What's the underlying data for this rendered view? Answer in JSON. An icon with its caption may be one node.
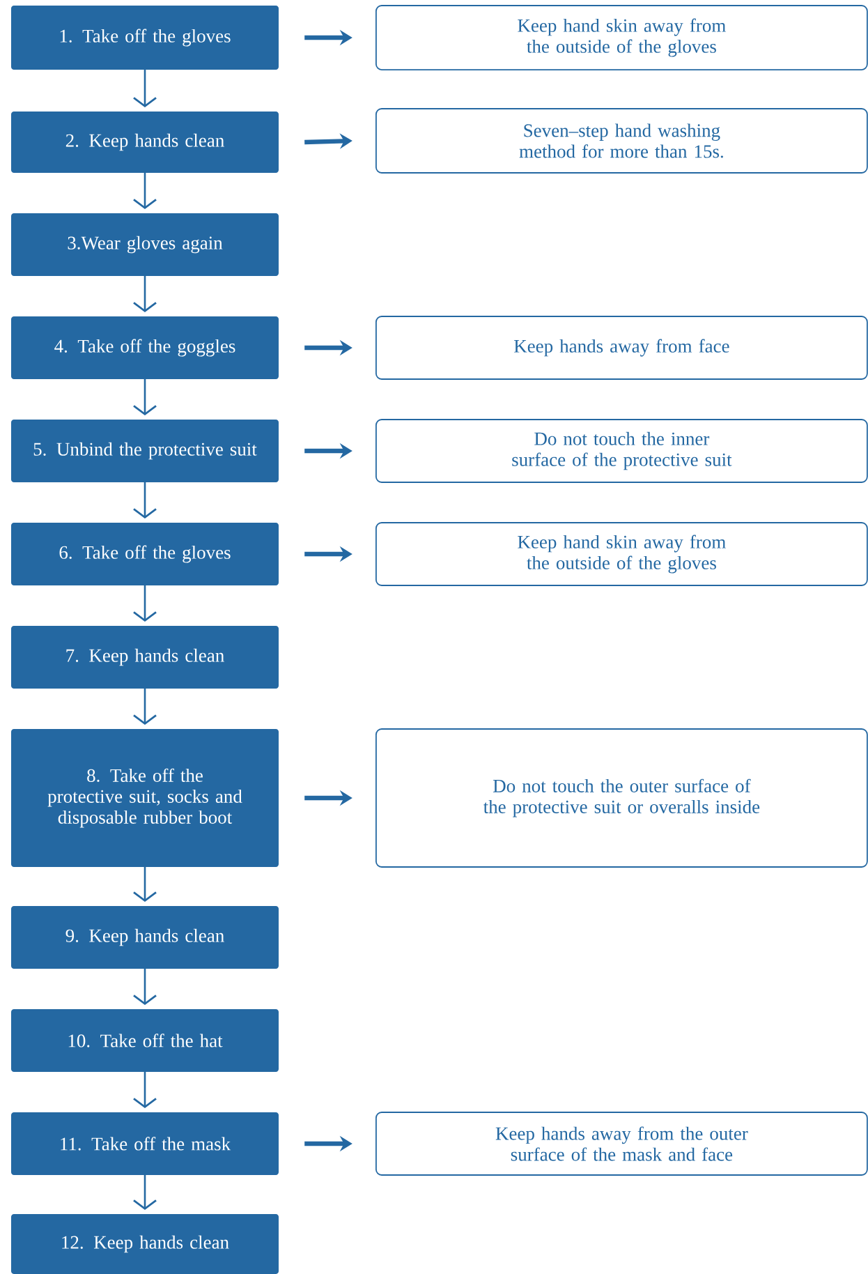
{
  "diagram": {
    "nodes": [
      {
        "text": [
          "1. Take off the gloves"
        ]
      },
      {
        "text": [
          "Keep hand skin away from the outside of the gloves"
        ]
      },
      {
        "text": [
          "2. Keep hands clean"
        ]
      },
      {
        "text": [
          "Seven–step hand washing method for more than 15s."
        ]
      },
      {
        "text": [
          "3.Wear gloves again"
        ]
      },
      {
        "text": [
          "4. Take off the goggles"
        ]
      },
      {
        "text": [
          "Keep hands away from face"
        ]
      },
      {
        "text": [
          "5. Unbind the protective suit"
        ]
      },
      {
        "text": [
          "Do not touch the inner surface of the protective suit"
        ]
      },
      {
        "text": [
          "6. Take off the gloves"
        ]
      },
      {
        "text": [
          "Keep hand skin away from the outside of the gloves"
        ]
      },
      {
        "text": [
          "7. Keep hands clean"
        ]
      },
      {
        "text": [
          "8. Take off the protective suit, socks and disposable rubber boot"
        ]
      },
      {
        "text": [
          "Do not touch the outer surface of the protective suit or overalls inside"
        ]
      },
      {
        "text": [
          "9. Keep hands clean"
        ]
      },
      {
        "text": [
          "10. Take off the hat"
        ]
      },
      {
        "text": [
          "11. Take off the mask"
        ]
      },
      {
        "text": [
          "Keep hands away from the outer surface of the mask and face"
        ]
      },
      {
        "text": [
          "12. Keep hands clean"
        ]
      }
    ],
    "edges": [
      {
        "from": 0,
        "to": 1,
        "arrow": "to",
        "style": "thick"
      },
      {
        "from": 0,
        "to": 2,
        "arrow": "to"
      },
      {
        "from": 2,
        "to": 3,
        "arrow": "to",
        "style": "thick"
      },
      {
        "from": 2,
        "to": 4,
        "arrow": "to"
      },
      {
        "from": 4,
        "to": 5,
        "arrow": "to"
      },
      {
        "from": 5,
        "to": 6,
        "arrow": "to",
        "style": "thick"
      },
      {
        "from": 5,
        "to": 7,
        "arrow": "to"
      },
      {
        "from": 7,
        "to": 8,
        "arrow": "to",
        "style": "thick"
      },
      {
        "from": 7,
        "to": 9,
        "arrow": "to"
      },
      {
        "from": 9,
        "to": 10,
        "arrow": "to",
        "style": "thick"
      },
      {
        "from": 9,
        "to": 11,
        "arrow": "to"
      },
      {
        "from": 11,
        "to": 12,
        "arrow": "to"
      },
      {
        "from": 12,
        "to": 13,
        "arrow": "to",
        "style": "thick"
      },
      {
        "from": 12,
        "to": 14,
        "arrow": "to"
      },
      {
        "from": 14,
        "to": 15,
        "arrow": "to"
      },
      {
        "from": 15,
        "to": 16,
        "arrow": "to"
      },
      {
        "from": 16,
        "to": 17,
        "arrow": "to",
        "style": "thick"
      },
      {
        "from": 16,
        "to": 18,
        "arrow": "to"
      }
    ]
  }
}
